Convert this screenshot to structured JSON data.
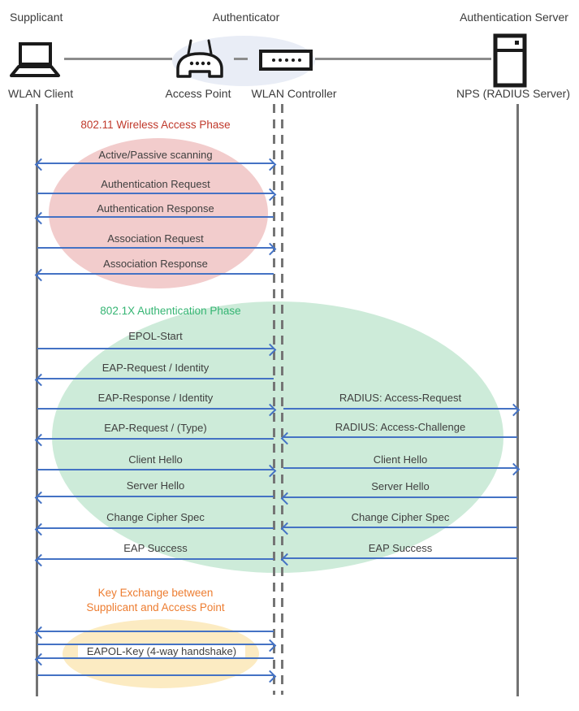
{
  "diagram": {
    "roles": {
      "supplicant": {
        "title": "Supplicant",
        "device": "WLAN Client"
      },
      "authenticator": {
        "title": "Authenticator",
        "device_ap": "Access Point",
        "device_wlc": "WLAN Controller"
      },
      "auth_server": {
        "title": "Authentication Server",
        "device": "NPS (RADIUS Server)"
      }
    },
    "phase1": {
      "title": "802.11 Wireless Access Phase",
      "color": "#C0392B",
      "scanning": "Active/Passive scanning",
      "auth_request": "Authentication Request",
      "auth_response": "Authentication Response",
      "assoc_request": "Association Request",
      "assoc_response": "Association Response"
    },
    "phase2": {
      "title": "802.1X Authentication Phase",
      "color": "#35B573",
      "epol_start": "EPOL-Start",
      "eap_request_identity": "EAP-Request / Identity",
      "eap_response_identity": "EAP-Response / Identity",
      "eap_request_type": "EAP-Request / (Type)",
      "radius_access_request": "RADIUS: Access-Request",
      "radius_access_challenge": "RADIUS: Access-Challenge",
      "client_hello": "Client Hello",
      "server_hello": "Server Hello",
      "change_cipher_spec": "Change Cipher Spec",
      "eap_success": "EAP Success"
    },
    "phase3": {
      "title_line1": "Key Exchange between",
      "title_line2": "Supplicant and Access Point",
      "color": "#ED7D31",
      "eapol_key": "EAPOL-Key (4-way handshake)"
    },
    "colors": {
      "arrow": "#4472C4",
      "lifeline": "#737373",
      "phase1_fill": "#F2CCCC",
      "phase2_fill": "#CDEBD9",
      "phase3_fill": "#FCEBC2",
      "authenticator_fill": "#E9EDF6"
    }
  }
}
